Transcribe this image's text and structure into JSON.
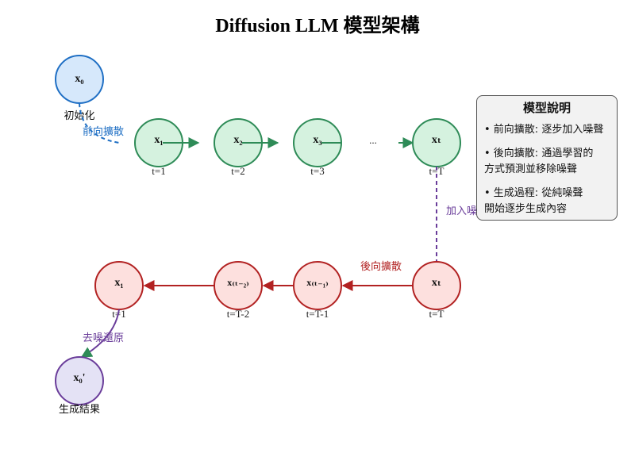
{
  "title": "Diffusion LLM 模型架構",
  "nodes": {
    "x0": "x₀",
    "x1": "x₁",
    "x2": "x₂",
    "x3": "x₃",
    "xT_top": "xₜ",
    "xT_bottom": "xₜ",
    "xT_minus_1": "x₍ₜ₋₁₎",
    "xT_minus_2": "x₍ₜ₋₂₎",
    "x1_bottom": "x₁",
    "x0_prime": "x₀'"
  },
  "time_labels": {
    "t1_top": "t=1",
    "t2_top": "t=2",
    "t3_top": "t=3",
    "tT_top": "t=T",
    "tT_bottom": "t=T",
    "tT_minus_1": "t=T-1",
    "tT_minus_2": "t=T-2",
    "t1_bottom": "t=1"
  },
  "ellipsis": "...",
  "captions": {
    "init": "初始化",
    "result": "生成結果"
  },
  "edge_labels": {
    "forward": "前向擴散",
    "add_noise": "加入噪聲",
    "reverse": "後向擴散",
    "denoise": "去噪還原"
  },
  "legend": {
    "title": "模型說明",
    "items": [
      "• 前向擴散: 逐步加入噪聲",
      "• 後向擴散: 通過學習的\n方式預測並移除噪聲",
      "• 生成過程: 從純噪聲\n開始逐步生成內容"
    ]
  },
  "colors": {
    "blue_fill": "#d6e8fb",
    "blue_stroke": "#1f6fc4",
    "green_fill": "#d5f2df",
    "green_stroke": "#2e8b57",
    "red_fill": "#fde0de",
    "red_stroke": "#b22222",
    "purple_fill": "#e4e2f5",
    "purple_stroke": "#6a3d9a"
  }
}
